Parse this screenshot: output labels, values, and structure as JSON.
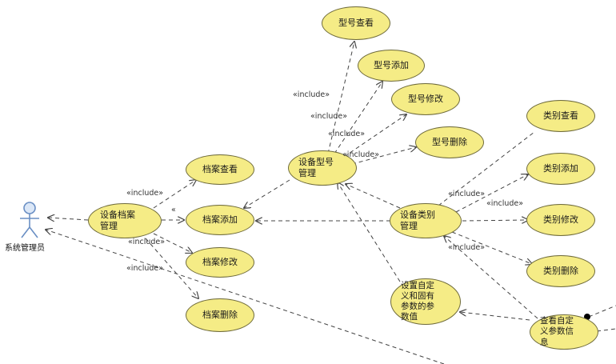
{
  "actor": {
    "name": "系统管理员"
  },
  "use_cases": {
    "device_archive_mgmt": "设备档案管理",
    "archive_view": "档案查看",
    "archive_add": "档案添加",
    "archive_modify": "档案修改",
    "archive_delete": "档案删除",
    "device_model_mgmt": "设备型号管理",
    "model_view": "型号查看",
    "model_add": "型号添加",
    "model_modify": "型号修改",
    "model_delete": "型号删除",
    "device_category_mgmt": "设备类别管理",
    "category_view": "类别查看",
    "category_add": "类别添加",
    "category_modify": "类别修改",
    "category_delete": "类别删除",
    "custom_param_setting": "设置自定义和固有参数的参数值",
    "custom_param_view": "查看自定义参数信息"
  },
  "relation_labels": {
    "include": "«include»",
    "stray_mark": "«"
  },
  "colors": {
    "use_case_fill": "#f5ec86",
    "use_case_border": "#6e6a3a",
    "connector": "#444444",
    "actor_stroke": "#6a8fc4",
    "actor_fill": "#dbe7f7"
  }
}
